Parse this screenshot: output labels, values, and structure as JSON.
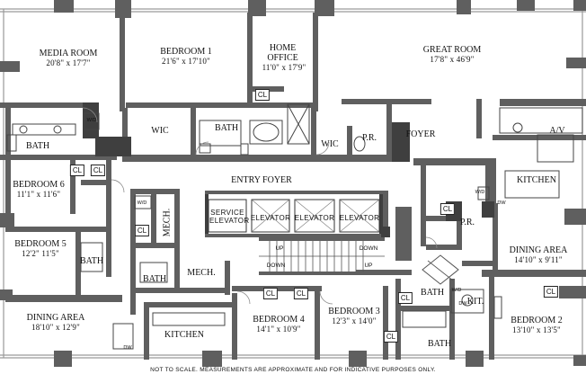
{
  "rooms": {
    "media_room": {
      "name": "MEDIA ROOM",
      "dims": "20'8\" x 17'7\""
    },
    "bedroom_1": {
      "name": "BEDROOM 1",
      "dims": "21'6\" x 17'10\""
    },
    "home_office": {
      "name": "HOME OFFICE",
      "dims": "11'0\" x 17'9\""
    },
    "great_room": {
      "name": "GREAT ROOM",
      "dims": "17'8\" x 46'9\""
    },
    "bedroom_6": {
      "name": "BEDROOM 6",
      "dims": "11'1\" x 11'6\""
    },
    "bedroom_5": {
      "name": "BEDROOM 5",
      "dims": "12'2\" 11'5\""
    },
    "dining_area_west": {
      "name": "DINING AREA",
      "dims": "18'10\" x 12'9\""
    },
    "bedroom_4": {
      "name": "BEDROOM 4",
      "dims": "14'1\" x 10'9\""
    },
    "bedroom_3": {
      "name": "BEDROOM 3",
      "dims": "12'3\" x 14'0\""
    },
    "bedroom_2": {
      "name": "BEDROOM 2",
      "dims": "13'10\" x 13'5\""
    },
    "dining_area_east": {
      "name": "DINING AREA",
      "dims": "14'10\" x 9'11\""
    }
  },
  "labels": {
    "wic_1": "WIC",
    "wic_2": "WIC",
    "bath_1": "BATH",
    "bath_2": "BATH",
    "bath_3": "BATH",
    "bath_4": "BATH",
    "bath_5": "BATH",
    "bath_6": "BATH",
    "pr_1": "P.R.",
    "pr_2": "P.R.",
    "foyer": "FOYER",
    "entry_foyer": "ENTRY FOYER",
    "av": "A/V",
    "kitchen_east": "KITCHEN",
    "kitchen_west": "KITCHEN",
    "mech_1": "MECH.",
    "mech_2": "MECH.",
    "kit": "KIT.",
    "service_elevator": "SERVICE ELEVATOR",
    "elevator_1": "ELEVATOR",
    "elevator_2": "ELEVATOR",
    "elevator_3": "ELEVATOR",
    "up_1": "UP",
    "up_2": "UP",
    "down_1": "DOWN",
    "down_2": "DOWN",
    "cl": "CL",
    "wd": "W/D",
    "dw": "DW"
  },
  "footer_note": "NOT TO SCALE. MEASUREMENTS ARE APPROXIMATE AND FOR INDICATIVE PURPOSES ONLY.",
  "colors": {
    "wall": "#5f5f5f",
    "wall_dark": "#3f3f3f",
    "window": "#9a9a9a",
    "fixture": "#444444"
  }
}
